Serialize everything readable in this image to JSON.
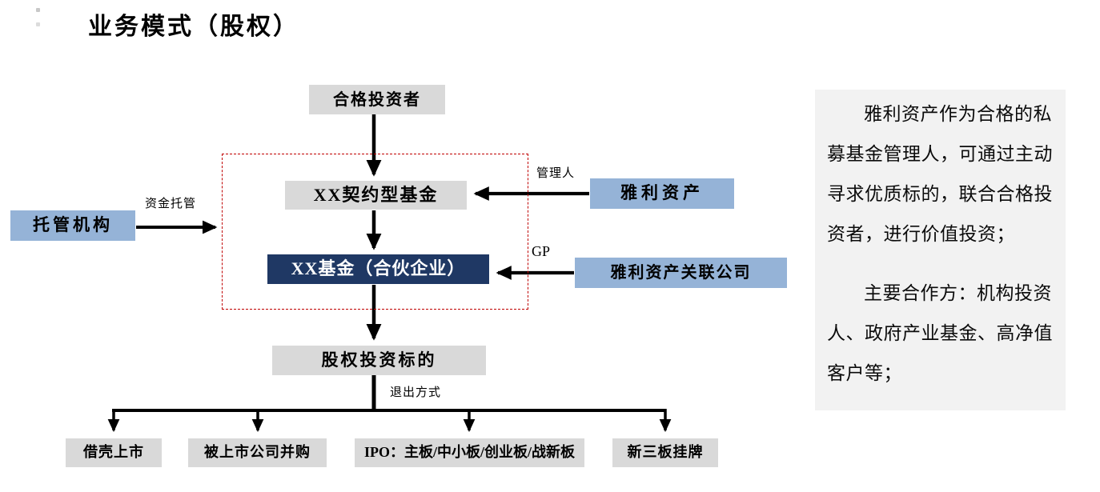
{
  "title": "业务模式（股权）",
  "diagram": {
    "nodes": {
      "qualified_investors": "合格投资者",
      "contractual_fund": "XX契约型基金",
      "partnership_fund": "XX基金（合伙企业）",
      "custodian": "托管机构",
      "manager_company": "雅利资产",
      "gp_company": "雅利资产关联公司",
      "investment_target": "股权投资标的"
    },
    "edge_labels": {
      "fund_custody": "资金托管",
      "manager": "管理人",
      "gp": "GP",
      "exit_method": "退出方式"
    },
    "exit_options": [
      "借壳上市",
      "被上市公司并购",
      "IPO：主板/中小板/创业板/战新板",
      "新三板挂牌"
    ]
  },
  "note_panel": {
    "paragraph1": "雅利资产作为合格的私募基金管理人，可通过主动寻求优质标的，联合合格投资者，进行价值投资；",
    "paragraph2": "主要合作方：机构投资人、政府产业基金、高净值客户等；"
  },
  "colors": {
    "box_gray": "#D9D9D9",
    "box_blue": "#95B3D7",
    "box_navy": "#1F3864",
    "dashed_border": "#C00000",
    "panel_bg": "#F2F2F2",
    "arrow": "#000000"
  }
}
